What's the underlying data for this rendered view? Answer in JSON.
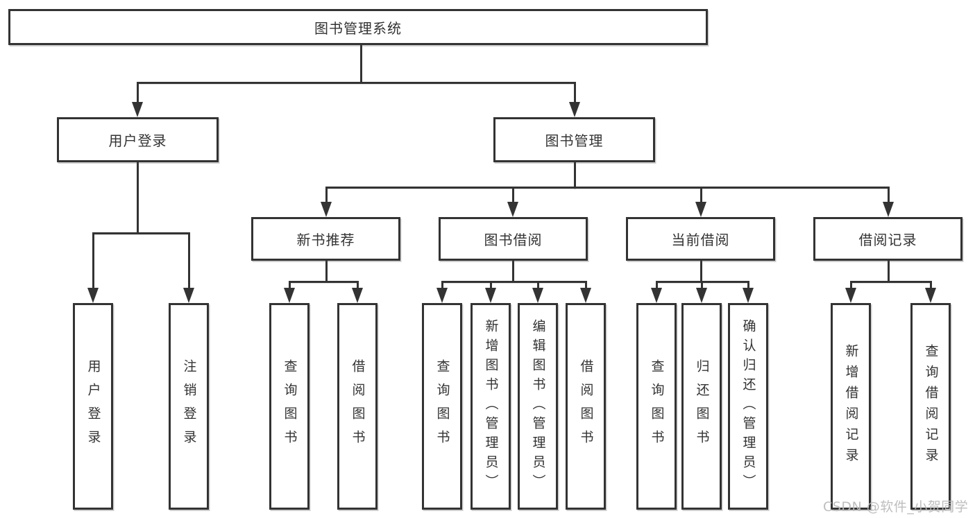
{
  "diagram": {
    "type": "hierarchy-tree",
    "root": {
      "label": "图书管理系统"
    },
    "level2": [
      {
        "label": "用户登录"
      },
      {
        "label": "图书管理"
      }
    ],
    "level3": [
      {
        "label": "新书推荐"
      },
      {
        "label": "图书借阅"
      },
      {
        "label": "当前借阅"
      },
      {
        "label": "借阅记录"
      }
    ],
    "leaves": {
      "user_login": [
        "用户登录",
        "注销登录"
      ],
      "new_book": [
        "查询图书",
        "借阅图书"
      ],
      "book_borrow": [
        "查询图书",
        "新增图书（管理员）",
        "编辑图书（管理员）",
        "借阅图书"
      ],
      "current_borrow": [
        "查询图书",
        "归还图书",
        "确认归还（管理员）"
      ],
      "borrow_record": [
        "新增借阅记录",
        "查询借阅记录"
      ]
    }
  },
  "watermark": {
    "text": "CSDN @软件_小贺同学"
  },
  "colors": {
    "background": "#ffffff",
    "line": "#333333",
    "box_border": "#333333",
    "box_fill": "#ffffff",
    "text": "#333333",
    "watermark": "#bababa"
  }
}
